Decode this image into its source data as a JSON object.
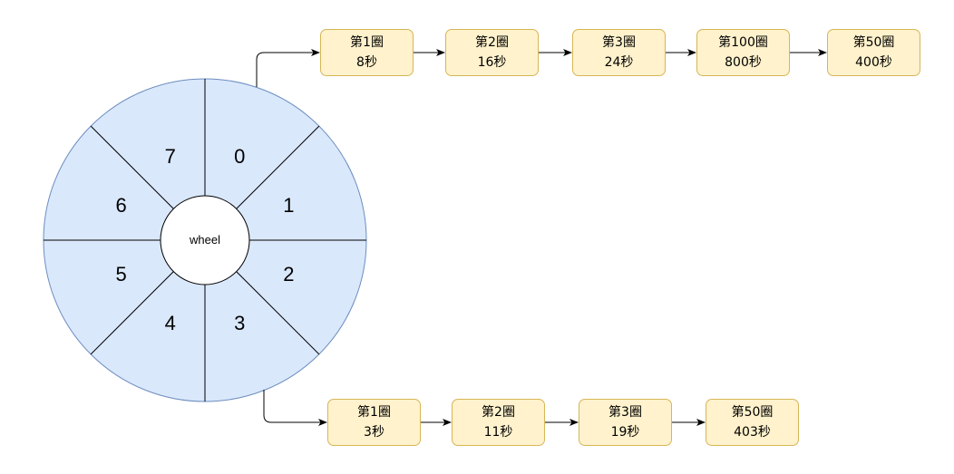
{
  "wheel": {
    "hub_label": "wheel",
    "slots": [
      "0",
      "1",
      "2",
      "3",
      "4",
      "5",
      "6",
      "7"
    ]
  },
  "colors": {
    "wheel_fill": "#dae8fc",
    "wheel_stroke": "#6c8ebf",
    "node_fill": "#fff2cc",
    "node_stroke": "#d6b656"
  },
  "slot0_list": [
    {
      "round": "第1圈",
      "time": "8秒"
    },
    {
      "round": "第2圈",
      "time": "16秒"
    },
    {
      "round": "第3圈",
      "time": "24秒"
    },
    {
      "round": "第100圈",
      "time": "800秒"
    },
    {
      "round": "第50圈",
      "time": "400秒"
    }
  ],
  "slot3_list": [
    {
      "round": "第1圈",
      "time": "3秒"
    },
    {
      "round": "第2圈",
      "time": "11秒"
    },
    {
      "round": "第3圈",
      "time": "19秒"
    },
    {
      "round": "第50圈",
      "time": "403秒"
    }
  ]
}
